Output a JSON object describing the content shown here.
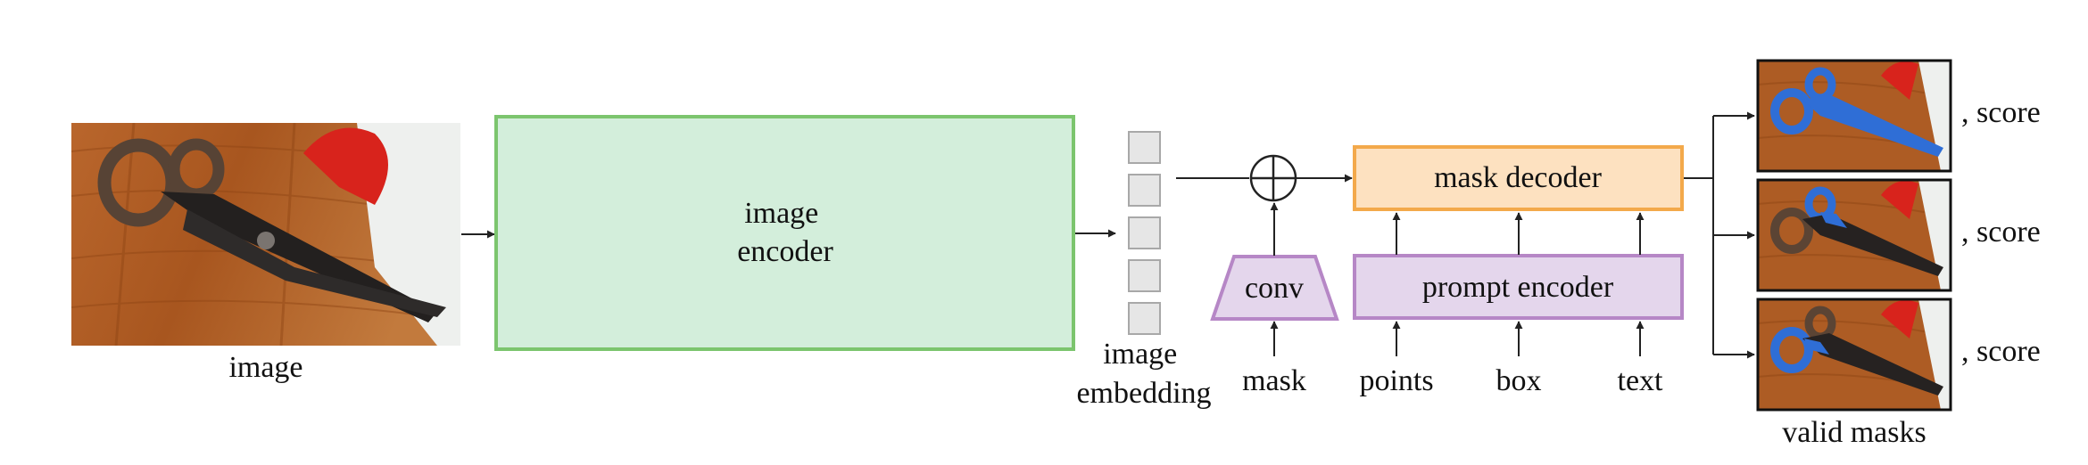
{
  "input": {
    "label": "image"
  },
  "encoder": {
    "line1": "image",
    "line2": "encoder"
  },
  "embedding": {
    "line1": "image",
    "line2": "embedding",
    "cells": 5
  },
  "conv": {
    "label": "conv",
    "input_label": "mask"
  },
  "mask_decoder": {
    "label": "mask decoder"
  },
  "prompt_encoder": {
    "label": "prompt encoder",
    "inputs": [
      "points",
      "box",
      "text"
    ]
  },
  "outputs": {
    "score_label": ", score",
    "caption": "valid masks",
    "count": 3
  },
  "colors": {
    "encoder_fill": "#d3eedb",
    "encoder_stroke": "#7cc56e",
    "decoder_fill": "#fde1c0",
    "decoder_stroke": "#f3a94b",
    "prompt_fill": "#e4d6ec",
    "prompt_stroke": "#b687c6",
    "cell_fill": "#e6e6e6",
    "cell_stroke": "#a8a8a8",
    "mask_blue": "#2f6ed6",
    "line": "#222222"
  }
}
